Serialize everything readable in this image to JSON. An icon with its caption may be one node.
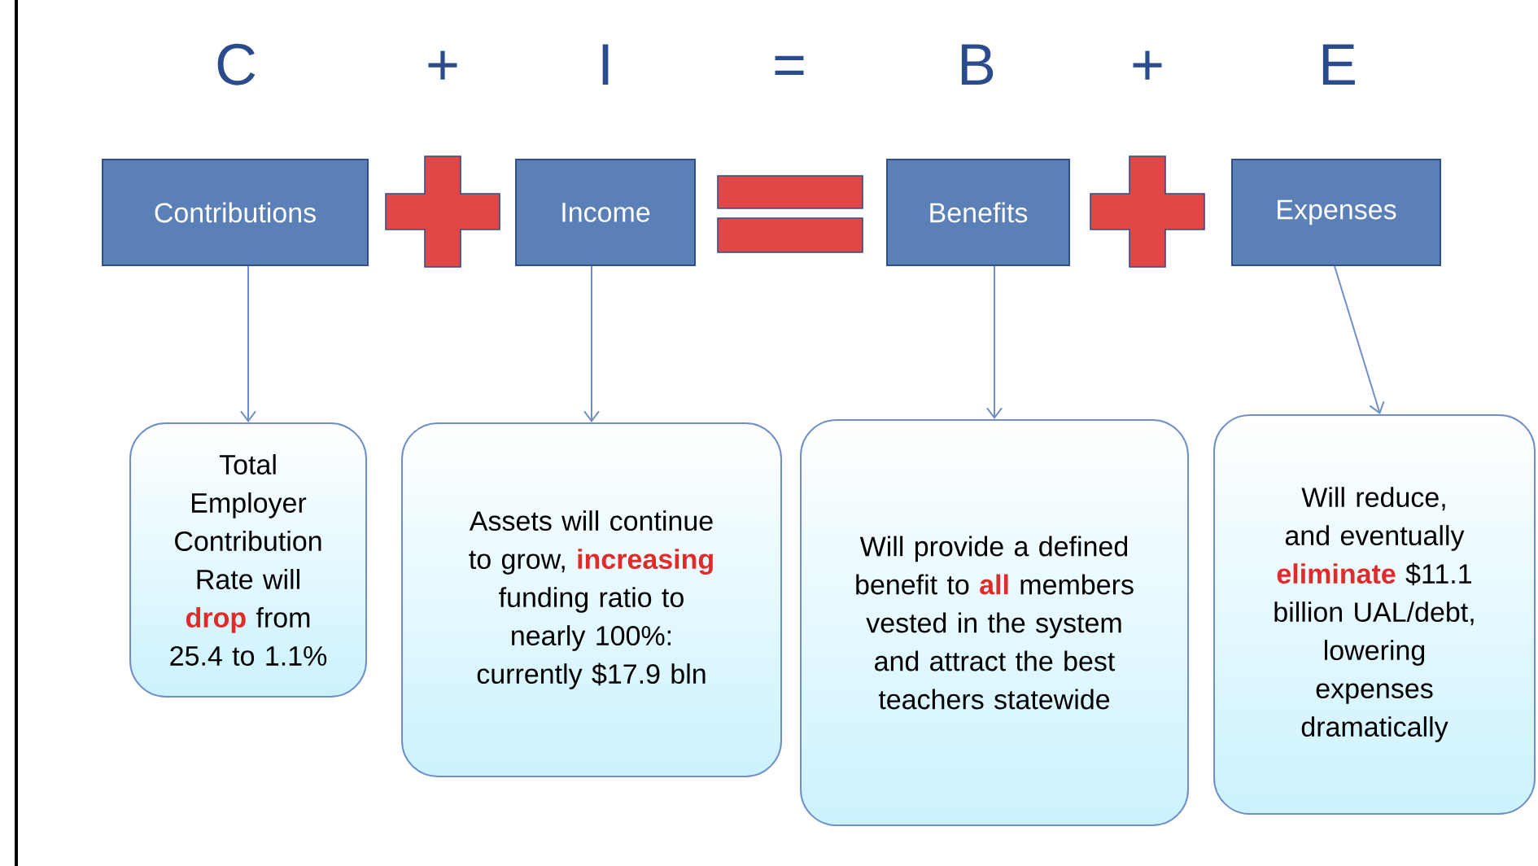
{
  "diagram": {
    "nodes": [
      {
        "text": [
          "Contributions"
        ]
      },
      {
        "text": [
          "Income"
        ]
      },
      {
        "text": [
          "Benefits"
        ]
      },
      {
        "text": [
          "Expenses"
        ]
      },
      {
        "text": [
          "Total Employer Contribution Rate will **drop** from 25.4 to 1.1%"
        ]
      },
      {
        "text": [
          "Assets will continue to grow, **increasing** funding ratio to nearly 100%: currently $17.9 bln"
        ]
      },
      {
        "text": [
          "Will provide a defined benefit to **all** members vested in the system and attract the best teachers statewide"
        ]
      },
      {
        "text": [
          "Will reduce, and eventually **eliminate** $11.1 billion UAL/debt, lowering expenses dramatically"
        ]
      }
    ],
    "edges": [
      {
        "from": 0,
        "to": 4,
        "arrow": "to"
      },
      {
        "from": 1,
        "to": 5,
        "arrow": "to"
      },
      {
        "from": 2,
        "to": 6,
        "arrow": "to"
      },
      {
        "from": 3,
        "to": 7,
        "arrow": "to"
      }
    ],
    "labels": [
      "C",
      "+",
      "I",
      "=",
      "B",
      "+",
      "E"
    ]
  }
}
